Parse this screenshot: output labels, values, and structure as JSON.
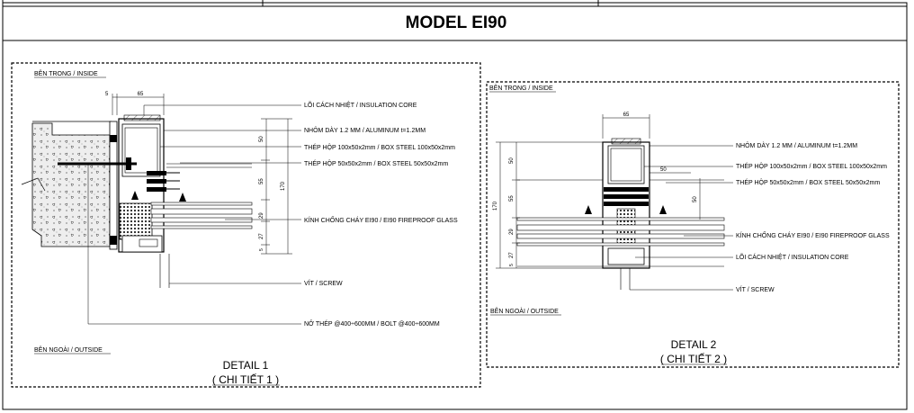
{
  "title": "MODEL EI90",
  "detail1": {
    "inside_label": "BÊN TRONG / INSIDE",
    "outside_label": "BÊN NGOÀI / OUTSIDE",
    "caption": "DETAIL 1",
    "caption_sub": "( CHI TIẾT 1 )",
    "dims": {
      "d5": "5",
      "d65": "65",
      "d50": "50",
      "d55": "55",
      "d170": "170",
      "d29": "29",
      "d27": "27",
      "d5b": "5"
    },
    "callouts": {
      "insulation_core": "LÕI CÁCH NHIỆT / INSULATION CORE",
      "aluminum": "NHÔM DÀY 1.2 MM /  ALUMINUM t=1.2MM",
      "box_steel_100": "THÉP HỘP 100x50x2mm / BOX STEEL 100x50x2mm",
      "box_steel_50": "THÉP HỘP 50x50x2mm / BOX STEEL 50x50x2mm",
      "fireproof_glass": "KÍNH CHỐNG CHÁY EI90 / EI90 FIREPROOF GLASS",
      "screw": "VÍT / SCREW",
      "bolt": "NỞ THÉP @400÷600MM / BOLT @400÷600MM"
    }
  },
  "detail2": {
    "inside_label": "BÊN TRONG / INSIDE",
    "outside_label": "BÊN NGOÀI / OUTSIDE",
    "caption": "DETAIL 2",
    "caption_sub": "( CHI TIẾT 2 )",
    "dims": {
      "d65": "65",
      "d50": "50",
      "d50b": "50",
      "d170": "170",
      "d55": "55",
      "d50c": "50",
      "d29": "29",
      "d27": "27",
      "d5": "5"
    },
    "callouts": {
      "aluminum": "NHÔM DÀY 1.2 MM /  ALUMINUM t=1.2MM",
      "box_steel_100": "THÉP HỘP 100x50x2mm / BOX STEEL 100x50x2mm",
      "box_steel_50": "THÉP HỘP 50x50x2mm / BOX STEEL 50x50x2mm",
      "fireproof_glass": "KÍNH CHỐNG CHÁY EI90 / EI90 FIREPROOF GLASS",
      "insulation_core": "LÕI CÁCH NHIỆT / INSULATION CORE",
      "screw": "VÍT / SCREW"
    }
  }
}
